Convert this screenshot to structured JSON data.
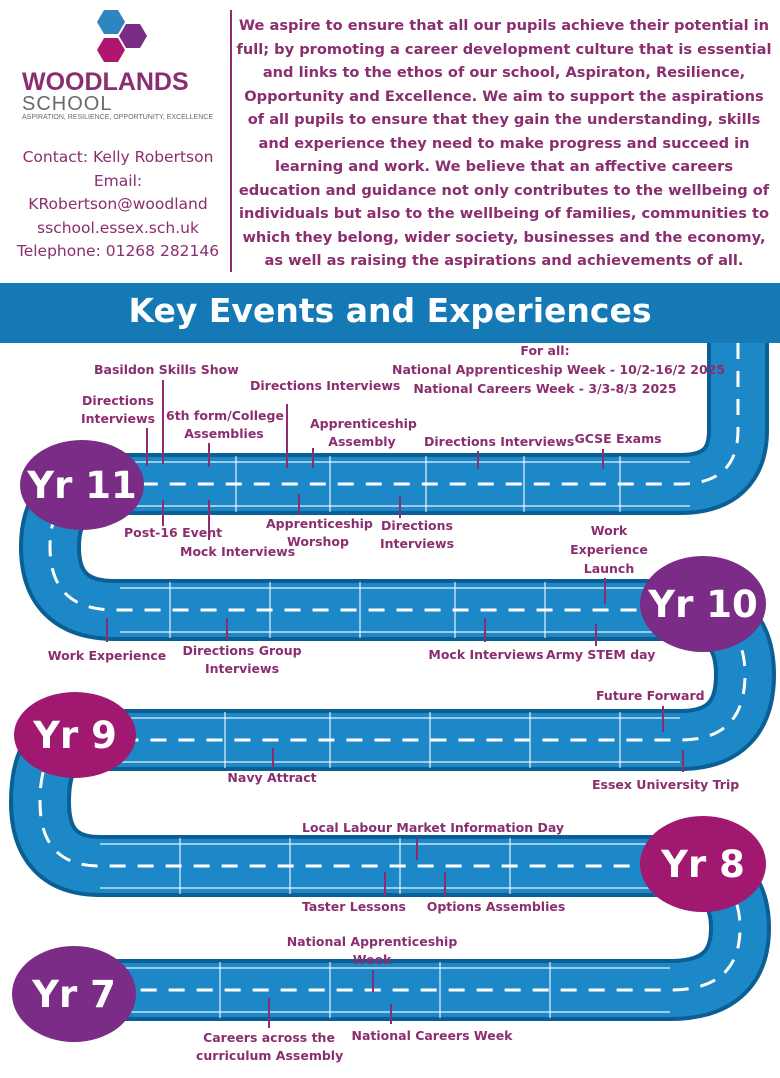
{
  "logo": {
    "name": "WOODLANDS",
    "school": "SCHOOL",
    "motto": "ASPIRATION, RESILIENCE, OPPORTUNITY, EXCELLENCE",
    "hex_colors": [
      "#2e86c1",
      "#b0166e",
      "#7b2c86"
    ]
  },
  "contact": {
    "line1": "Contact: Kelly Robertson",
    "line2": "Email:",
    "line3": "KRobertson@woodland",
    "line4": "sschool.essex.sch.uk",
    "line5": "Telephone: 01268 282146"
  },
  "intro": "We aspire to ensure that all our pupils achieve their potential in full; by promoting a career development culture that is essential and links to the ethos of our school, Aspiraton, Resilience, Opportunity and Excellence. We aim to support the aspirations of all pupils to ensure that they gain the understanding, skills and experience they need to make progress and succeed in learning and work. We believe that an affective careers education and guidance not only contributes to the wellbeing of individuals but also to the wellbeing of families, communities to which they belong, wider society, businesses and the economy, as well as raising the aspirations and achievements of all.",
  "banner_title": "Key Events and Experiences",
  "for_all": {
    "heading": "For all:",
    "line1": "National Apprenticeship Week - 10/2-16/2 2025",
    "line2": "National Careers Week - 3/3-8/3 2025"
  },
  "years": {
    "yr11": "Yr 11",
    "yr10": "Yr 10",
    "yr9": "Yr 9",
    "yr8": "Yr 8",
    "yr7": "Yr 7"
  },
  "events": {
    "basildon": "Basildon Skills Show",
    "directions1a": "Directions",
    "directions1b": "Interviews",
    "sixth_form_a": "6th form/College",
    "sixth_form_b": "Assemblies",
    "directions_interviews_top": "Directions Interviews",
    "app_assembly_a": "Apprenticeship",
    "app_assembly_b": "Assembly",
    "directions_interviews_mid": "Directions Interviews",
    "gcse": "GCSE Exams",
    "post16": "Post-16 Event",
    "mock11": "Mock Interviews",
    "app_workshop_a": "Apprenticeship",
    "app_workshop_b": "Worshop",
    "directions_below_a": "Directions",
    "directions_below_b": "Interviews",
    "work_exp_launch_a": "Work",
    "work_exp_launch_b": "Experience",
    "work_exp_launch_c": "Launch",
    "work_experience": "Work Experience",
    "dir_group_a": "Directions Group",
    "dir_group_b": "Interviews",
    "mock10": "Mock Interviews",
    "army": "Army STEM day",
    "future_forward": "Future Forward",
    "navy": "Navy Attract",
    "essex_uni": "Essex University Trip",
    "labour_market": "Local Labour Market Information Day",
    "taster": "Taster Lessons",
    "options": "Options Assemblies",
    "nat_app_a": "National Apprenticeship",
    "nat_app_b": "Week",
    "careers_curr_a": "Careers across the",
    "careers_curr_b": "curriculum Assembly",
    "nat_careers": "National Careers Week"
  },
  "colors": {
    "plum": "#8b2e6f",
    "road_blue": "#1479b5",
    "road_edge": "#0b5f94",
    "yr_purple": "#7b2c86",
    "yr_magenta": "#a01870"
  }
}
